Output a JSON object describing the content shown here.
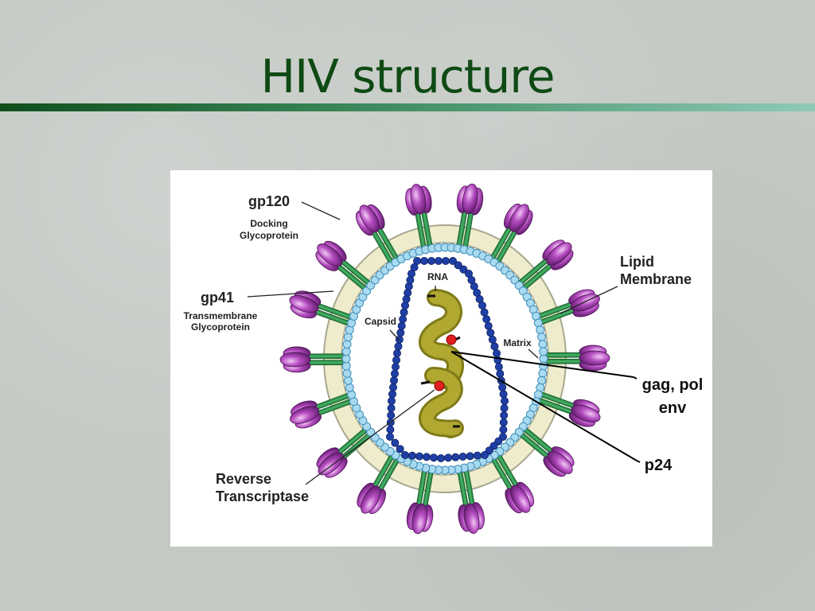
{
  "slide": {
    "title": "HIV structure"
  },
  "diagram": {
    "labels": {
      "gp120": "gp120",
      "docking_line1": "Docking",
      "docking_line2": "Glycoprotein",
      "gp41": "gp41",
      "transmembrane_line1": "Transmembrane",
      "transmembrane_line2": "Glycoprotein",
      "lipid_line1": "Lipid",
      "lipid_line2": "Membrane",
      "rna": "RNA",
      "capsid": "Capsid",
      "matrix": "Matrix",
      "reverse_line1": "Reverse",
      "reverse_line2": "Transcriptase"
    },
    "colors": {
      "envelope": "#eeeccc",
      "envelope_stroke": "#a8a890",
      "spike_stalk": "#2e9a4c",
      "spike_head": "#a848b4",
      "matrix_bead": "#a8daf0",
      "capsid_bead": "#1f3fa4",
      "rna": "#a8a028",
      "enzyme": "#e02020"
    }
  },
  "annotations": {
    "genes_line1": "gag, pol",
    "genes_line2": "env",
    "p24": "p24"
  }
}
